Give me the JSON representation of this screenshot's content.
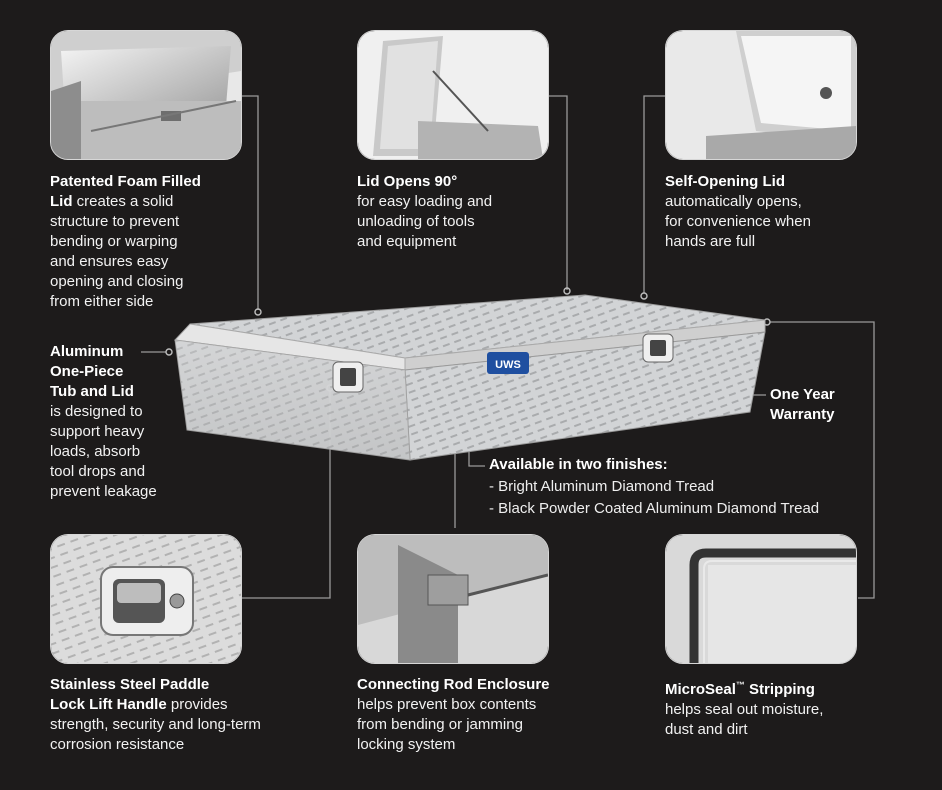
{
  "callouts": {
    "foam_lid": {
      "title_line1": "Patented Foam Filled",
      "title_line2": "Lid",
      "text_after_title": " creates a solid",
      "rest": [
        "structure to prevent",
        "bending or warping",
        "and ensures easy",
        "opening and closing",
        "from either side"
      ]
    },
    "lid_opens": {
      "title": "Lid Opens 90°",
      "lines": [
        "for easy loading and",
        "unloading of tools",
        "and equipment"
      ]
    },
    "self_opening": {
      "title": "Self-Opening Lid",
      "lines": [
        "automatically opens,",
        "for convenience when",
        "hands are full"
      ]
    },
    "aluminum": {
      "title_lines": [
        "Aluminum",
        "One-Piece",
        "Tub and Lid"
      ],
      "lines": [
        "is designed to",
        "support heavy",
        "loads, absorb",
        "tool drops and",
        "prevent leakage"
      ]
    },
    "warranty": {
      "lines": [
        "One Year",
        "Warranty"
      ]
    },
    "finishes": {
      "title": "Available in two finishes:",
      "items": [
        "- Bright Aluminum Diamond Tread",
        "- Black Powder Coated Aluminum Diamond Tread"
      ]
    },
    "paddle": {
      "title_line1": "Stainless Steel Paddle",
      "title_line2": "Lock Lift Handle",
      "text_after_title": " provides",
      "lines": [
        "strength, security and long-term",
        "corrosion resistance"
      ]
    },
    "rod": {
      "title": "Connecting Rod Enclosure",
      "lines": [
        "helps prevent box contents",
        "from bending or jamming",
        "locking system"
      ]
    },
    "microseal": {
      "title": "MicroSeal",
      "tm": "™",
      "title_after": " Stripping",
      "lines": [
        "helps seal out moisture,",
        "dust and dirt"
      ]
    }
  },
  "logo": {
    "text": "UWS"
  },
  "colors": {
    "background": "#1d1b1b",
    "aluminum": "#d6d8da",
    "logo_blue": "#1f4fa0"
  },
  "icons": [
    "toolbox-image",
    "paddle-handle-image",
    "connecting-rod-image",
    "seal-strip-image",
    "foam-lid-image",
    "lid-open-image",
    "self-opening-lid-image"
  ]
}
